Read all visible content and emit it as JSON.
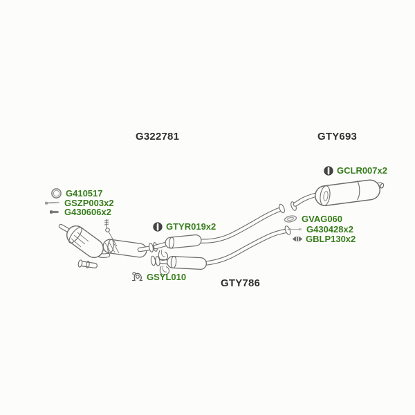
{
  "page": {
    "background": "#fcfdfb"
  },
  "colors": {
    "link_green": "#377d1b",
    "heading_text": "#303030",
    "line_art": "#6b6b6b"
  },
  "headings": {
    "g322781": "G322781",
    "gty693": "GTY693",
    "gty786": "GTY786"
  },
  "labels": {
    "g410517": "G410517",
    "gszp003": "GSZP003x2",
    "g430606": "G430606x2",
    "gtyr019": "GTYR019x2",
    "gclr007": "GCLR007x2",
    "gvag060": "GVAG060",
    "g430428": "G430428x2",
    "gblp130": "GBLP130x2",
    "gsyl010": "GSYL010"
  },
  "icons": {
    "g410517": "gasket-ring-icon",
    "gszp003": "long-bolt-icon",
    "g430606": "short-bolt-icon",
    "gtyr019": "rubber-hanger-icon",
    "gclr007": "rubber-hanger-icon",
    "gvag060": "oval-gasket-icon",
    "g430428": "long-bolt-arrow-icon",
    "gblp130": "pipe-clamp-icon",
    "gsyl010": "mount-bracket-icon"
  }
}
